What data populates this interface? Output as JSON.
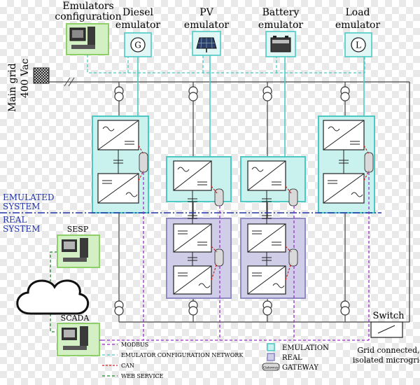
{
  "labels": {
    "emulators_configuration": [
      "Emulators",
      "configuration"
    ],
    "diesel": [
      "Diesel",
      "emulator"
    ],
    "pv": [
      "PV",
      "emulator"
    ],
    "battery": [
      "Battery",
      "emulator"
    ],
    "load": [
      "Load",
      "emulator"
    ],
    "main_grid": [
      "Main grid",
      "400 Vac"
    ],
    "emulated_system": [
      "EMULATED",
      "SYSTEM"
    ],
    "real_system": [
      "REAL",
      "SYSTEM"
    ],
    "sesp": "SESP",
    "scada": "SCADA",
    "switch": "Switch",
    "switch_caption": [
      "Grid connected,",
      "isolated microgrid"
    ],
    "gateway": "Gateway",
    "icon_diesel": "G",
    "icon_load": "L"
  },
  "legend": {
    "modbus": "MODBUS",
    "emulator_network": "EMULATOR CONFIGURATION NETWORK",
    "can": "CAN",
    "web_service": "WEB SERVICE",
    "emulation": "EMULATION",
    "real": "REAL",
    "gateway": "GATEWAY"
  },
  "colors": {
    "modbus": "#9b30c8",
    "emulator_network": "#4cc9c4",
    "can": "#d42020",
    "web_service": "#1e8a2a",
    "emulation_fill": "#c9f2ef",
    "emulation_stroke": "#4cc9c4",
    "real_fill": "#cfcde8",
    "real_stroke": "#8f8cc4",
    "computer_frame": "#8fcf6a",
    "system_divider": "#2233aa",
    "system_text": "#2233aa"
  }
}
